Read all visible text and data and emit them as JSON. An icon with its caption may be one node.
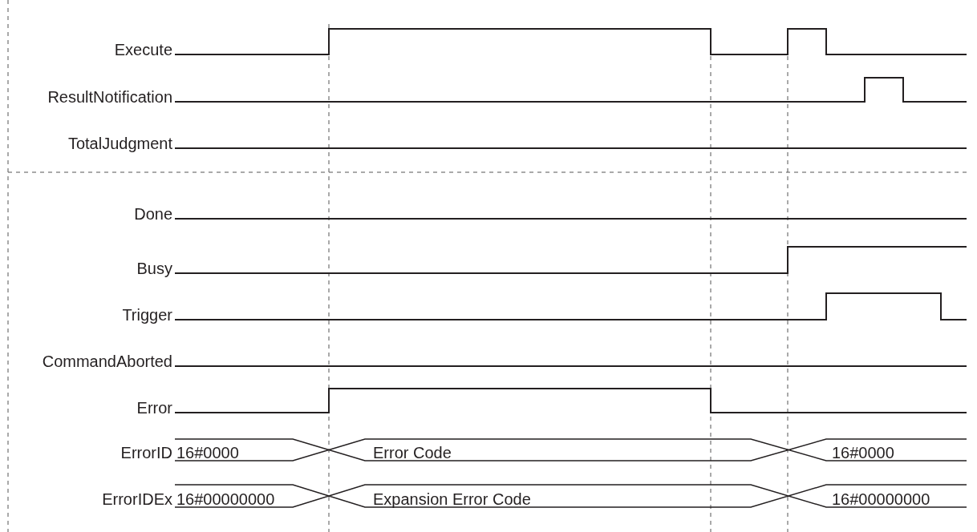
{
  "diagram": {
    "labels": [
      "Execute",
      "ResultNotification",
      "TotalJudgment",
      "Done",
      "Busy",
      "Trigger",
      "CommandAborted",
      "Error",
      "ErrorID",
      "16#0000",
      "Error Code",
      "16#0000",
      "ErrorIDEx",
      "16#00000000",
      "Expansion Error Code",
      "16#00000000"
    ]
  }
}
